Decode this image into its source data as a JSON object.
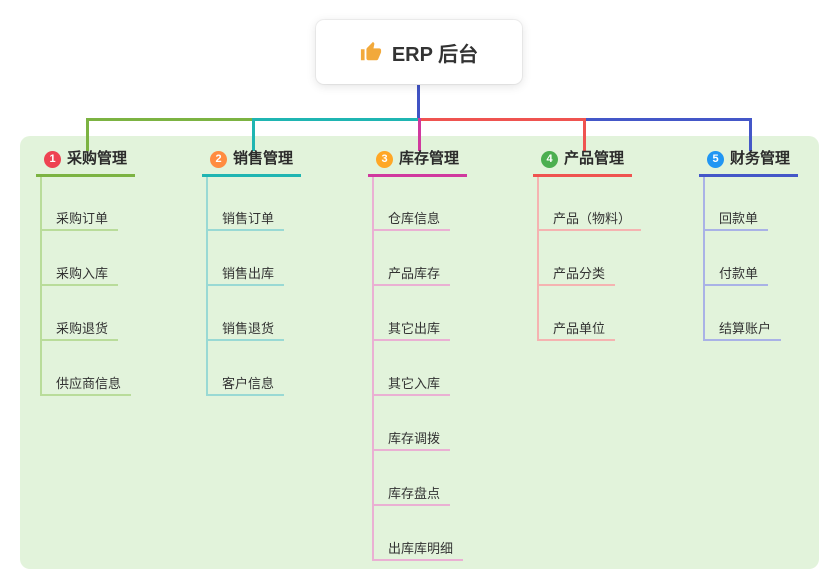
{
  "root": {
    "label": "ERP 后台",
    "icon": "thumbs-up-icon",
    "icon_color": "#f2a93b"
  },
  "branches": [
    {
      "index": "1",
      "label": "采购管理",
      "color": "#7cb342",
      "light_color": "#b9dc9a",
      "badge_color": "#ee4352",
      "children": [
        "采购订单",
        "采购入库",
        "采购退货",
        "供应商信息"
      ]
    },
    {
      "index": "2",
      "label": "销售管理",
      "color": "#1fb5b2",
      "light_color": "#99d9d4",
      "badge_color": "#ff8c40",
      "children": [
        "销售订单",
        "销售出库",
        "销售退货",
        "客户信息"
      ]
    },
    {
      "index": "3",
      "label": "库存管理",
      "color": "#d0399e",
      "light_color": "#eab0d3",
      "badge_color": "#ffa726",
      "children": [
        "仓库信息",
        "产品库存",
        "其它出库",
        "其它入库",
        "库存调拨",
        "库存盘点",
        "出库库明细"
      ]
    },
    {
      "index": "4",
      "label": "产品管理",
      "color": "#ef5350",
      "light_color": "#f5b3b1",
      "badge_color": "#4caf50",
      "children": [
        "产品（物料）",
        "产品分类",
        "产品单位"
      ]
    },
    {
      "index": "5",
      "label": "财务管理",
      "color": "#4457c8",
      "light_color": "#a9b2e6",
      "badge_color": "#2196f3",
      "children": [
        "回款单",
        "付款单",
        "结算账户"
      ]
    }
  ],
  "colors": {
    "background_panel": "#e2f3db",
    "root_connector": "#4053c4"
  }
}
